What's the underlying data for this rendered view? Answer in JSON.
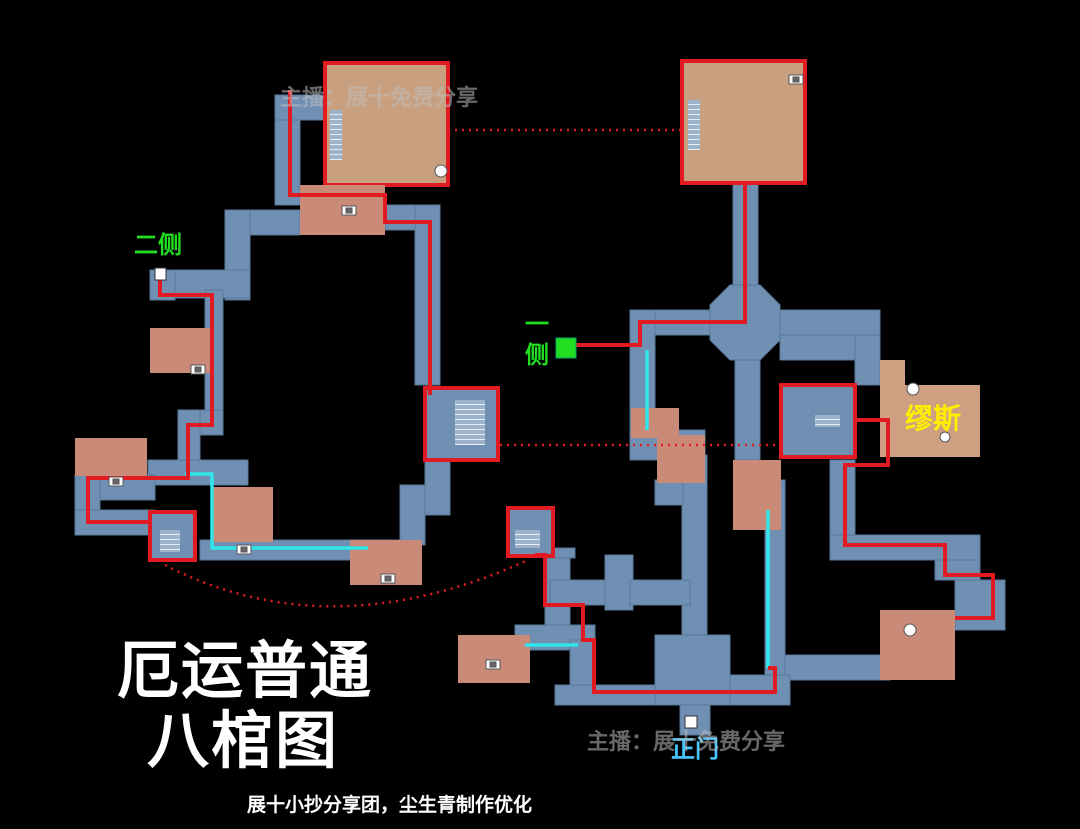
{
  "title": {
    "line1": "厄运普通",
    "line2": "八棺图"
  },
  "credit": "展十小抄分享团，尘生青制作优化",
  "watermarks": [
    "主播：展十免费分享",
    "主播：展十免费分享"
  ],
  "labels": {
    "second_side": "二侧",
    "first_side_top": "一",
    "first_side_bottom": "侧",
    "muses": "缪斯",
    "main_gate": "正门"
  },
  "colors": {
    "background": "#000000",
    "corridor": "#6f8fb3",
    "room": "#c98a78",
    "room_light": "#cf9f82",
    "route": "#e21b23",
    "guide": "#2fe6ea",
    "green_label": "#23dd23",
    "yellow_label": "#ffee00",
    "cyan_label": "#44c8ff"
  },
  "icons": [
    "coffin-icon",
    "exit-door-icon",
    "stairs-icon",
    "skull-icon"
  ]
}
